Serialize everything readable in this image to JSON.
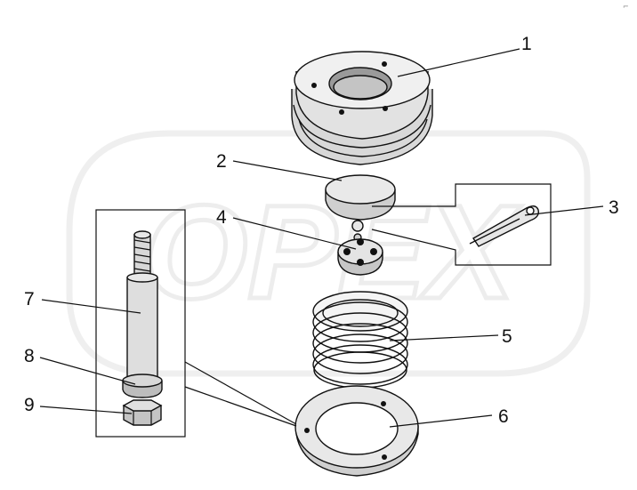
{
  "diagram": {
    "corner_mark": "⌐",
    "watermark": "OPEX",
    "part_numbers": [
      "1",
      "2",
      "3",
      "4",
      "5",
      "6",
      "7",
      "8",
      "9"
    ],
    "colors": {
      "line": "#111111",
      "fill_light": "#e6e6e6",
      "fill_mid": "#c9c9c9",
      "fill_dark": "#9a9a9a",
      "watermark": "#e2e2e2"
    }
  }
}
